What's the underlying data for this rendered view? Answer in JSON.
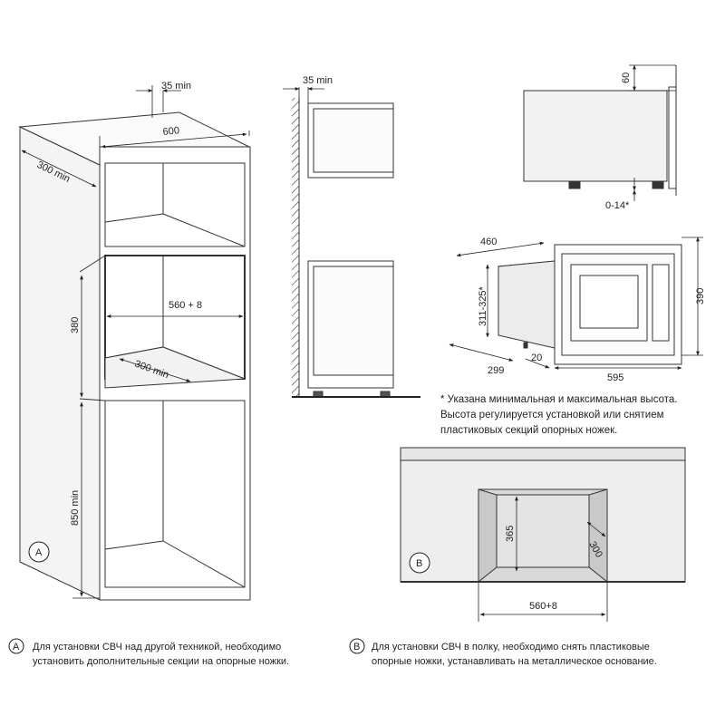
{
  "diagram_a": {
    "marker": "A",
    "dims": {
      "gap_top": "35 min",
      "width": "600",
      "depth_top": "300 min",
      "opening_width": "560 + 8",
      "opening_height": "380",
      "opening_depth": "300 min",
      "floor_height": "850 min"
    }
  },
  "side_view": {
    "dims": {
      "gap": "35 min"
    }
  },
  "microwave_side": {
    "dims": {
      "top": "60",
      "foot": "0-14*"
    }
  },
  "microwave_iso": {
    "dims": {
      "depth": "460",
      "height": "311-325*",
      "front_height": "390",
      "body_depth": "299",
      "panel_depth": "20",
      "front_width": "595"
    }
  },
  "note": {
    "line1": "* Указана минимальная и максимальная высота.",
    "line2": "Высота регулируется установкой или снятием",
    "line3": "пластиковых секций опорных ножек."
  },
  "diagram_b": {
    "marker": "B",
    "dims": {
      "height": "365",
      "depth": "300",
      "width": "560+8"
    }
  },
  "footer": {
    "a_marker": "A",
    "a_line1": "Для установки СВЧ над другой техникой, необходимо",
    "a_line2": "установить дополнительные секции на опорные ножки.",
    "b_marker": "B",
    "b_line1": "Для установки СВЧ в полку, необходимо снять пластиковые",
    "b_line2": "опорные ножки, устанавливать на металлическое основание."
  }
}
